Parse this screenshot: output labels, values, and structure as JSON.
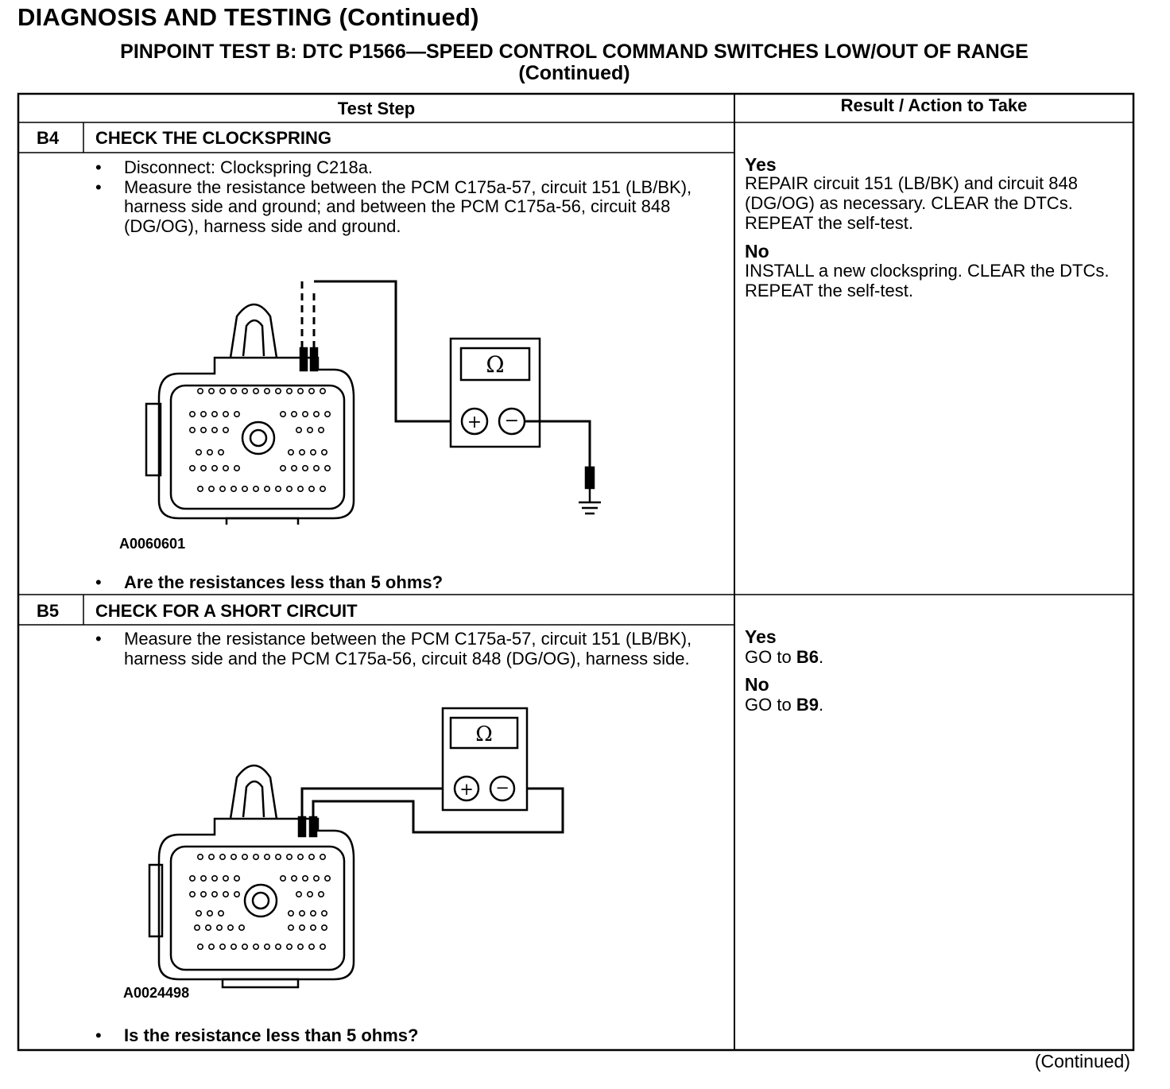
{
  "header": {
    "page_title": "DIAGNOSIS AND TESTING (Continued)",
    "test_title_line1": "PINPOINT TEST B: DTC P1566—SPEED CONTROL COMMAND SWITCHES LOW/OUT OF RANGE",
    "test_title_line2": "(Continued)"
  },
  "table": {
    "col_test_step": "Test Step",
    "col_result": "Result / Action to Take"
  },
  "steps": [
    {
      "id": "B4",
      "title": "CHECK THE CLOCKSPRING",
      "bullets": [
        "Disconnect: Clockspring C218a.",
        "Measure the resistance between the PCM C175a-57, circuit 151 (LB/BK), harness side and ground; and between the PCM C175a-56, circuit 848 (DG/OG), harness side and ground."
      ],
      "figure_id": "A0060601",
      "meter_symbol": "Ω",
      "question": "Are the resistances less than 5 ohms?",
      "yes_label": "Yes",
      "yes_text": "REPAIR circuit 151 (LB/BK) and circuit 848 (DG/OG) as necessary. CLEAR the DTCs. REPEAT the self-test.",
      "no_label": "No",
      "no_text": "INSTALL a new clockspring. CLEAR the DTCs. REPEAT the self-test."
    },
    {
      "id": "B5",
      "title": "CHECK FOR A SHORT CIRCUIT",
      "bullets": [
        "Measure the resistance between the PCM C175a-57, circuit 151 (LB/BK), harness side and the PCM C175a-56, circuit 848 (DG/OG), harness side."
      ],
      "figure_id": "A0024498",
      "meter_symbol": "Ω",
      "question": "Is the resistance less than 5 ohms?",
      "yes_label": "Yes",
      "yes_go": "GO to",
      "yes_target": "B6",
      "no_label": "No",
      "no_go": "GO to",
      "no_target": "B9"
    }
  ],
  "footer": {
    "continued": "(Continued)"
  }
}
